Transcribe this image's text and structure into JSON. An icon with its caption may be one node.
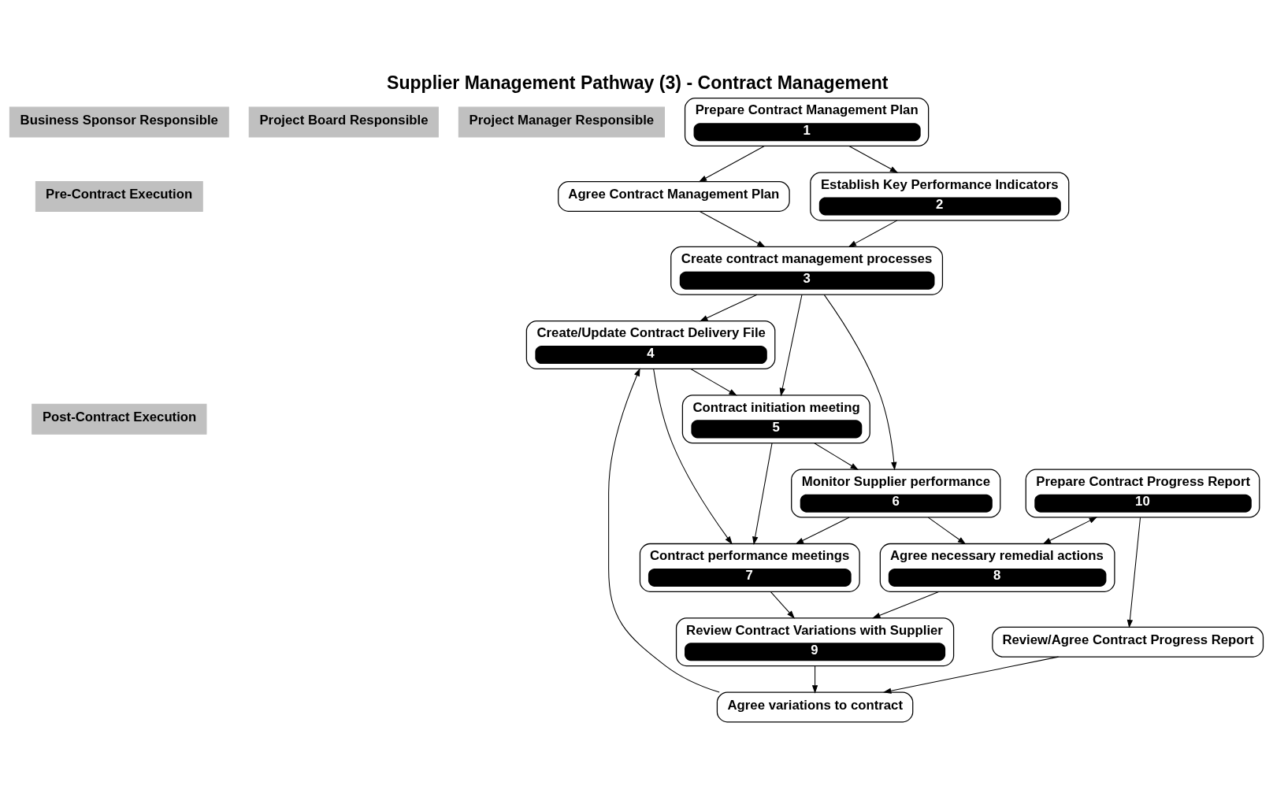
{
  "diagram": {
    "title": "Supplier Management Pathway (3) - Contract Management",
    "nodes": [
      {
        "text": [
          "Business Sponsor Responsible"
        ]
      },
      {
        "text": [
          "Project Board Responsible"
        ]
      },
      {
        "text": [
          "Project Manager Responsible"
        ]
      },
      {
        "text": [
          "Pre-Contract Execution"
        ]
      },
      {
        "text": [
          "Post-Contract Execution"
        ]
      },
      {
        "text": [
          "Prepare Contract Management Plan",
          "1"
        ]
      },
      {
        "text": [
          "Agree Contract Management Plan"
        ]
      },
      {
        "text": [
          "Create contract management processes",
          "3"
        ]
      },
      {
        "text": [
          "Establish Key Performance Indicators",
          "2"
        ]
      },
      {
        "text": [
          "Agree variations to contract"
        ]
      },
      {
        "text": [
          "Create/Update Contract Delivery File",
          "4"
        ]
      },
      {
        "text": [
          "Contract initiation meeting",
          "5"
        ]
      },
      {
        "text": [
          "Monitor Supplier performance",
          "6"
        ]
      },
      {
        "text": [
          "Contract performance meetings",
          "7"
        ]
      },
      {
        "text": [
          "Review/Agree Contract Progress Report"
        ]
      },
      {
        "text": [
          "Prepare Contract Progress Report",
          "10"
        ]
      },
      {
        "text": [
          "Agree necessary remedial actions",
          "8"
        ]
      },
      {
        "text": [
          "Review Contract Variations with Supplier",
          "9"
        ]
      }
    ],
    "edges": [
      {
        "from": 5,
        "to": 6,
        "arrow": "to"
      },
      {
        "from": 5,
        "to": 8,
        "arrow": "to"
      },
      {
        "from": 6,
        "to": 7,
        "arrow": "to"
      },
      {
        "from": 8,
        "to": 7,
        "arrow": "to"
      },
      {
        "from": 7,
        "to": 10,
        "arrow": "to"
      },
      {
        "from": 7,
        "to": 11,
        "arrow": "to"
      },
      {
        "from": 7,
        "to": 12,
        "arrow": "to"
      },
      {
        "from": 9,
        "to": 10,
        "arrow": "to"
      },
      {
        "from": 10,
        "to": 11,
        "arrow": "to"
      },
      {
        "from": 11,
        "to": 12,
        "arrow": "to"
      },
      {
        "from": 11,
        "to": 13,
        "arrow": "to"
      },
      {
        "from": 10,
        "to": 13,
        "arrow": "to"
      },
      {
        "from": 12,
        "to": 13,
        "arrow": "to"
      },
      {
        "from": 12,
        "to": 16,
        "arrow": "to"
      },
      {
        "from": 13,
        "to": 17,
        "arrow": "to"
      },
      {
        "from": 15,
        "to": 16,
        "arrow": "both"
      },
      {
        "from": 15,
        "to": 14,
        "arrow": "to"
      },
      {
        "from": 14,
        "to": 9,
        "arrow": "to"
      },
      {
        "from": 16,
        "to": 17,
        "arrow": "to"
      },
      {
        "from": 17,
        "to": 9,
        "arrow": "to"
      }
    ]
  }
}
